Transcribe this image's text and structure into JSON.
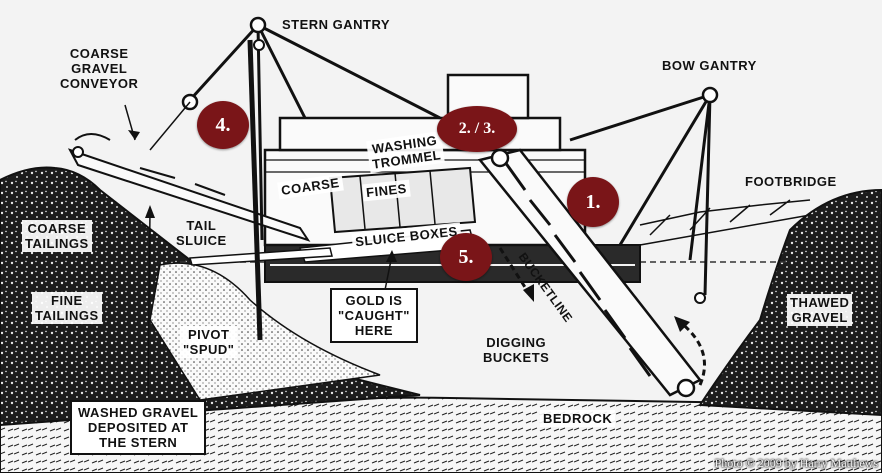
{
  "diagram": {
    "labels": {
      "stern_gantry": "STERN GANTRY",
      "bow_gantry": "BOW GANTRY",
      "coarse_gravel_conveyor": [
        "COARSE",
        "GRAVEL",
        "CONVEYOR"
      ],
      "washing_trommel": [
        "WASHING",
        "TROMMEL"
      ],
      "coarse": "COARSE",
      "fines": "FINES",
      "footbridge": "FOOTBRIDGE",
      "coarse_tailings": [
        "COARSE",
        "TAILINGS"
      ],
      "tail_sluice": [
        "TAIL",
        "SLUICE"
      ],
      "sluice_boxes": "SLUICE BOXES",
      "bucketline": "BUCKETLINE",
      "fine_tailings": [
        "FINE",
        "TAILINGS"
      ],
      "gold_caught": [
        "GOLD IS",
        "\"CAUGHT\"",
        "HERE"
      ],
      "thawed_gravel": [
        "THAWED",
        "GRAVEL"
      ],
      "pivot_spud": [
        "PIVOT",
        "\"SPUD\""
      ],
      "digging_buckets": [
        "DIGGING",
        "BUCKETS"
      ],
      "washed_gravel": [
        "WASHED GRAVEL",
        "DEPOSITED AT",
        "THE STERN"
      ],
      "bedrock": "BEDROCK"
    },
    "markers": {
      "m1": "1.",
      "m23": "2. / 3.",
      "m4": "4.",
      "m5": "5."
    },
    "credit": "Photo © 2009 by Harry Matthews"
  },
  "colors": {
    "ink": "#111111",
    "marker": "#7a1518",
    "ground": "#1a1a1a",
    "paper": "#f4f4f4"
  }
}
